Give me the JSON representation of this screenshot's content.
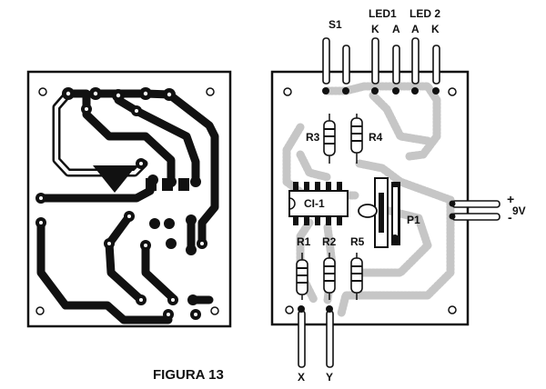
{
  "caption": "FIGURA 13",
  "switch_label": "S1",
  "led1": {
    "name": "LED1",
    "k": "K",
    "a": "A"
  },
  "led2": {
    "name": "LED 2",
    "a": "A",
    "k": "K"
  },
  "ic_label": "CI-1",
  "resistors": {
    "r1": "R1",
    "r2": "R2",
    "r3": "R3",
    "r4": "R4",
    "r5": "R5"
  },
  "pot_label": "P1",
  "power": {
    "plus": "+",
    "minus": "-",
    "voltage": "9V"
  },
  "inputs": {
    "x": "X",
    "y": "Y"
  },
  "colors": {
    "ink": "#111111",
    "copper_ghost": "#c6c6c6",
    "paper": "#ffffff"
  }
}
